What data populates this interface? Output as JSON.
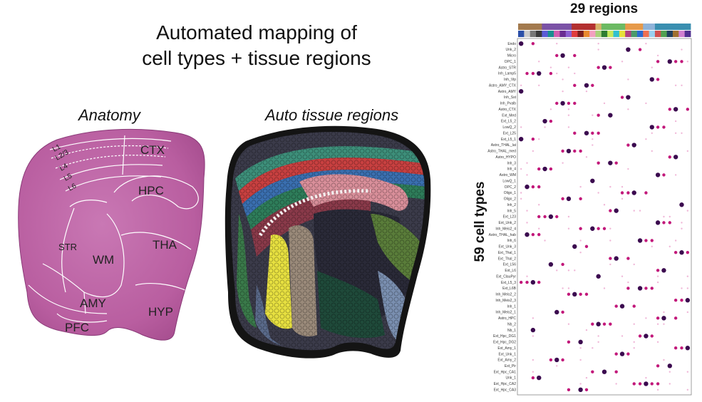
{
  "title": {
    "line1": "Automated mapping of",
    "line2": "cell types + tissue regions"
  },
  "anatomy": {
    "label": "Anatomy",
    "regions": [
      "CTX",
      "HPC",
      "STR",
      "WM",
      "THA",
      "AMY",
      "HYP",
      "PFC"
    ],
    "layers": [
      "L1",
      "L2/3",
      "L4",
      "L5",
      "L6"
    ]
  },
  "auto_regions": {
    "label": "Auto tissue regions"
  },
  "dotplot": {
    "title": "29 regions",
    "ylabel": "59 cell types",
    "colors": {
      "dot_dark": "#3b0a4f",
      "dot_mid": "#c2187a",
      "dot_light": "#f0b8d8",
      "tissue_pink": "#c45fa0"
    },
    "row_labels": [
      "Endo",
      "Unk_2",
      "Micro",
      "OPC_1",
      "Astro_STR",
      "Inh_Lamp5",
      "Inh_Vip",
      "Astro_AMY_CTX",
      "Astro_AMY",
      "Inh_Sst",
      "Inh_Pvalb",
      "Astro_CTX",
      "Ext_Med",
      "Ext_L5_2",
      "LowQ_2",
      "Ext_L25",
      "Ext_L5_1",
      "Astro_THAL_lat",
      "Astro_THAL_med",
      "Astro_HYPO",
      "Inh_3",
      "Inh_4",
      "Astro_WM",
      "LowQ_1",
      "OPC_2",
      "Oligo_1",
      "Oligo_2",
      "Inh_2",
      "Inh_5",
      "Ext_L23",
      "Ext_Unk_2",
      "Inh_Meis2_4",
      "Astro_THAL_hab",
      "Inh_6",
      "Ext_Unk_3",
      "Ext_Thal_1",
      "Ext_Thal_2",
      "Ext_L56",
      "Ext_L6",
      "Ext_ClauPyr",
      "Ext_L5_3",
      "Ext_L6B",
      "Inh_Meis2_2",
      "Inh_Meis2_3",
      "Inh_1",
      "Inh_Meis2_1",
      "Astro_HPC",
      "Nb_2",
      "Nb_1",
      "Ext_Hpc_DG1",
      "Ext_Hpc_DG2",
      "Ext_Amy_1",
      "Ext_Unk_1",
      "Ext_Amy_2",
      "Ext_Pir",
      "Ext_Hpc_CA1",
      "Unk_1",
      "Ext_Hpc_CA2",
      "Ext_Hpc_CA3"
    ],
    "bar1": [
      "#a37a4e",
      "#a37a4e",
      "#a37a4e",
      "#a37a4e",
      "#7b52a6",
      "#7b52a6",
      "#7b52a6",
      "#7b52a6",
      "#7b52a6",
      "#b33030",
      "#b33030",
      "#b33030",
      "#b33030",
      "#d6b36a",
      "#6cba63",
      "#6cba63",
      "#6cba63",
      "#6cba63",
      "#e69a4a",
      "#e69a4a",
      "#e69a4a",
      "#8fb3d9",
      "#8fb3d9",
      "#3a8fb0",
      "#3a8fb0",
      "#3a8fb0",
      "#3a8fb0",
      "#3a8fb0",
      "#3a8fb0"
    ],
    "bar2": [
      "#2b4fa8",
      "#cccccc",
      "#777777",
      "#3a3a3a",
      "#5b5bd6",
      "#1a8f8f",
      "#d15fb0",
      "#6a2c91",
      "#8c5fd0",
      "#e03c3c",
      "#7a1e1e",
      "#e88a2e",
      "#f2a0c0",
      "#a8d17a",
      "#2e7d32",
      "#c7e85a",
      "#30c0d0",
      "#e6e03a",
      "#b04080",
      "#4a9a6a",
      "#2a6ad0",
      "#f07050",
      "#9ad0f0",
      "#d05050",
      "#50a050",
      "#204060",
      "#a07030",
      "#d080d0",
      "#503090"
    ]
  }
}
